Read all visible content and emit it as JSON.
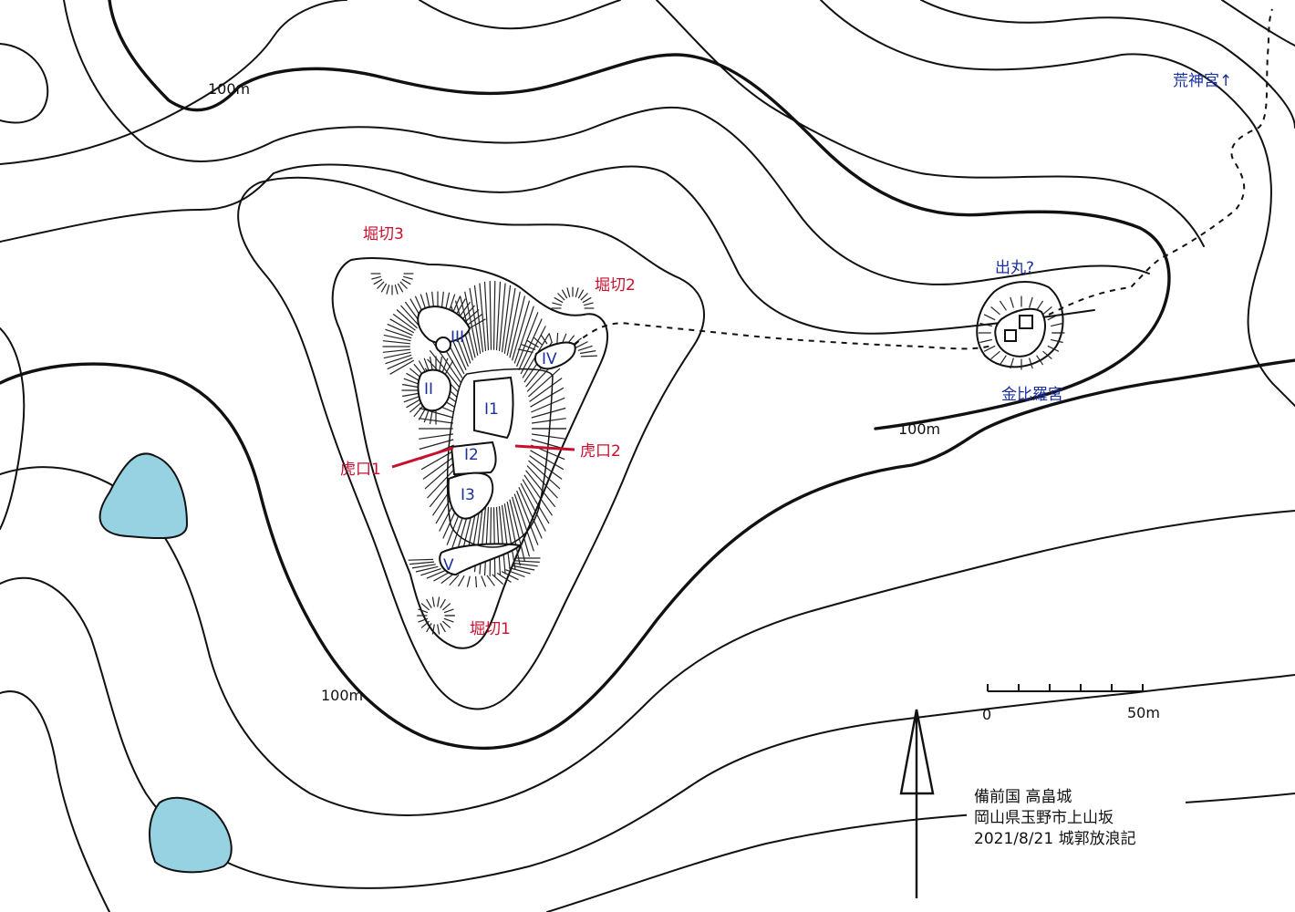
{
  "colors": {
    "pond": "#96d2e2",
    "red_label": "#c8102e",
    "blue_label": "#1a2fa0",
    "line": "#111111"
  },
  "contour_labels": {
    "top": "100m",
    "east": "100m",
    "south": "100m"
  },
  "features": {
    "horikiri3": "堀切3",
    "horikiri2": "堀切2",
    "horikiri1": "堀切1",
    "koguchi1": "虎口1",
    "koguchi2": "虎口2",
    "kuruwa_I1": "I1",
    "kuruwa_I2": "I2",
    "kuruwa_I3": "I3",
    "kuruwa_II": "II",
    "kuruwa_III": "III",
    "kuruwa_IV": "IV",
    "kuruwa_V": "V",
    "demaru": "出丸?",
    "konpira": "金比羅宮",
    "aragami": "荒神宮↑"
  },
  "scale_bar": {
    "start": "0",
    "end": "50m"
  },
  "north_arrow": {
    "icon": "north-arrow-icon"
  },
  "caption": {
    "line1": "備前国 高畠城",
    "line2": "岡山県玉野市上山坂",
    "line3": "2021/8/21 城郭放浪記"
  }
}
